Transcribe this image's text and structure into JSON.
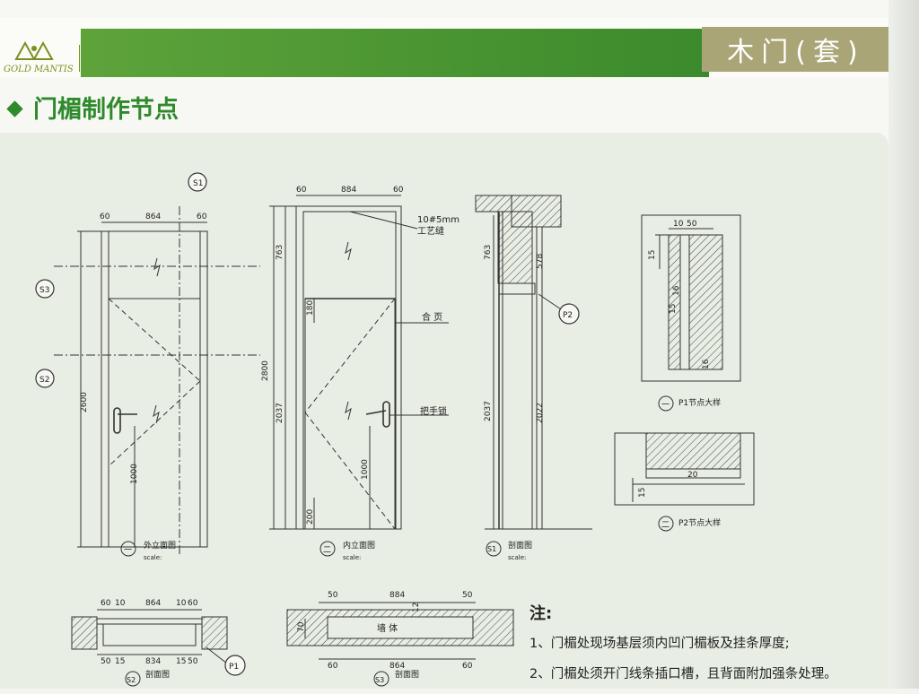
{
  "header": {
    "logo_text": "GOLD MANTIS",
    "title": "木门(套)"
  },
  "section": {
    "title": "门楣制作节点"
  },
  "dims": {
    "d60": "60",
    "d864": "864",
    "d884": "884",
    "d2800": "2800",
    "d2600": "2600",
    "d763": "763",
    "d2037": "2037",
    "d180": "180",
    "d1000": "1000",
    "d200": "200",
    "d578": "578",
    "d2022": "2022",
    "d10": "10",
    "d50": "50",
    "d15": "15",
    "d16": "16",
    "d20": "20",
    "d834": "834",
    "d12": "12",
    "d70": "70"
  },
  "annotations": {
    "groove": "10#5mm",
    "groove_name": "工艺缝",
    "hinge": "合 页",
    "lock": "把手锁",
    "wall": "墙 体"
  },
  "markers": {
    "s1": "S1",
    "s2": "S2",
    "s3": "S3",
    "p1": "P1",
    "p2": "P2"
  },
  "captions": {
    "outer": "外立面图",
    "inner": "内立面图",
    "section_view": "剖面图",
    "p1_detail": "P1节点大样",
    "p2_detail": "P2节点大样",
    "scale": "scale:",
    "roman_one": "一",
    "roman_two": "二"
  },
  "notes": {
    "title": "注:",
    "items": [
      "1、门楣处现场基层须内凹门楣板及挂条厚度;",
      "2、门楣处须开门线条插口槽，且背面附加强条处理。"
    ]
  }
}
